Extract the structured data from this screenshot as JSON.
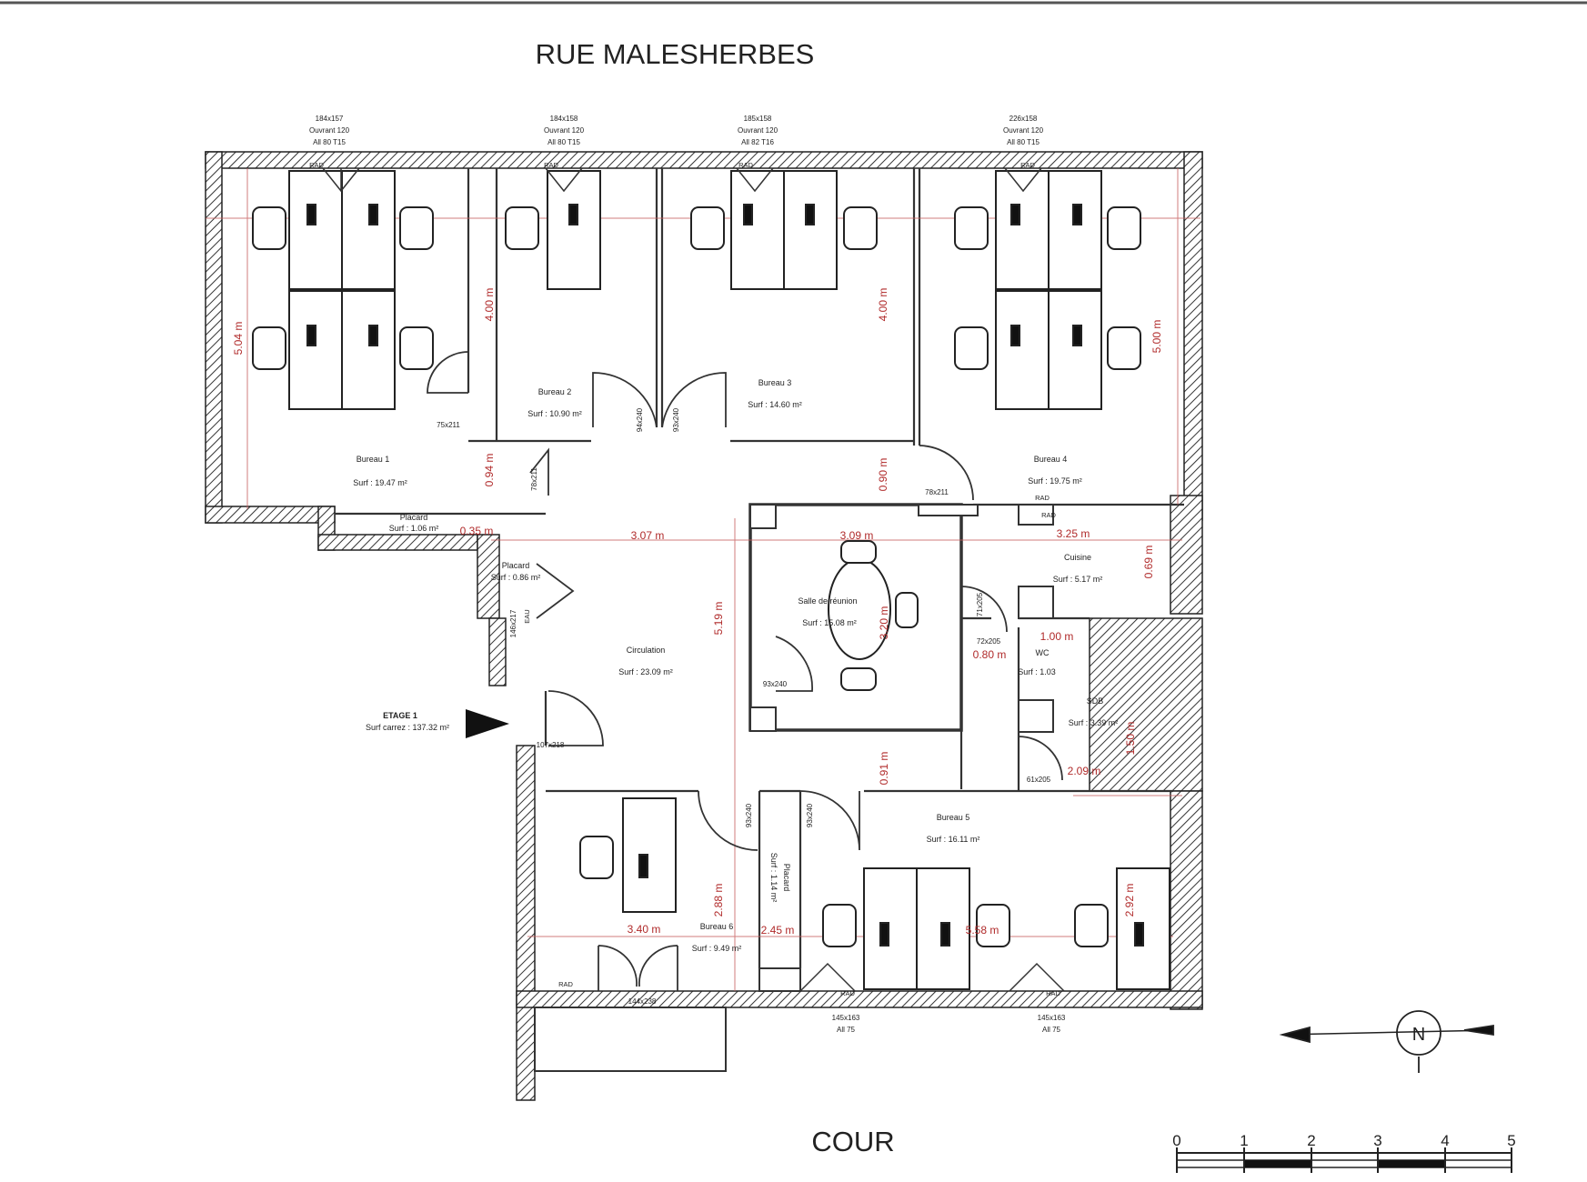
{
  "street": "RUE MALESHERBES",
  "court": "COUR",
  "windows_top": [
    {
      "size": "184x157",
      "ouvrant": "Ouvrant 120",
      "spec": "All 80  T15",
      "rad": "RAD"
    },
    {
      "size": "184x158",
      "ouvrant": "Ouvrant 120",
      "spec": "All 80  T15",
      "rad": "RAD"
    },
    {
      "size": "185x158",
      "ouvrant": "Ouvrant 120",
      "spec": "All 82  T16",
      "rad": "RAD"
    },
    {
      "size": "226x158",
      "ouvrant": "Ouvrant 120",
      "spec": "All 80  T15",
      "rad": "RAD"
    }
  ],
  "windows_bottom": [
    {
      "size": "145x163",
      "spec": "All 75"
    },
    {
      "size": "145x163",
      "spec": "All 75"
    }
  ],
  "rooms": {
    "bureau1": {
      "name": "Bureau 1",
      "surf": "Surf : 19.47 m²"
    },
    "bureau2": {
      "name": "Bureau 2",
      "surf": "Surf : 10.90 m²"
    },
    "bureau3": {
      "name": "Bureau 3",
      "surf": "Surf : 14.60 m²"
    },
    "bureau4": {
      "name": "Bureau 4",
      "surf": "Surf : 19.75 m²"
    },
    "bureau5": {
      "name": "Bureau 5",
      "surf": "Surf : 16.11 m²"
    },
    "bureau6": {
      "name": "Bureau 6",
      "surf": "Surf : 9.49 m²"
    },
    "placard1": {
      "name": "Placard",
      "surf": "Surf : 1.06 m²"
    },
    "placard2": {
      "name": "Placard",
      "surf": "Surf : 0.86 m²"
    },
    "placard3": {
      "name": "Placard",
      "surf": "Surf : 1.14 m²"
    },
    "circulation": {
      "name": "Circulation",
      "surf": "Surf : 23.09 m²"
    },
    "reunion": {
      "name": "Salle de réunion",
      "surf": "Surf : 15.08 m²"
    },
    "cuisine": {
      "name": "Cuisine",
      "surf": "Surf : 5.17 m²"
    },
    "wc": {
      "name": "WC",
      "surf": "Surf : 1.03"
    },
    "sdb": {
      "name": "SDB",
      "surf": "Surf : 3.39 m²"
    }
  },
  "dimensions": {
    "d504": "5.04 m",
    "d400a": "4.00 m",
    "d400b": "4.00 m",
    "d500": "5.00 m",
    "d094": "0.94 m",
    "d090": "0.90 m",
    "d035": "0.35 m",
    "d307": "3.07 m",
    "d309": "3.09 m",
    "d325": "3.25 m",
    "d069": "0.69 m",
    "d519": "5.19 m",
    "d320": "3.20 m",
    "d080": "0.80 m",
    "d100": "1.00 m",
    "d091": "0.91 m",
    "d209": "2.09 m",
    "d340": "3.40 m",
    "d288": "2.88 m",
    "d245": "2.45 m",
    "d558": "5.58 m",
    "d292": "2.92 m",
    "d150": "1.50 m"
  },
  "doors": {
    "door75x211": "75x211",
    "door78x211a": "78x211",
    "door78x211b": "78x211",
    "door94x240": "94x240",
    "door93x240a": "93x240",
    "door93x240b": "93x240",
    "door93x240c": "93x240",
    "door93x240d": "93x240",
    "door72x205": "72x205",
    "door61x205": "61x205",
    "door71x205": "71x205",
    "door107x218": "107x218",
    "door144x238": "144x238",
    "door146x217": "146x217"
  },
  "labels": {
    "rad": "RAD",
    "eau": "EAU",
    "etage": "ETAGE 1",
    "surf_carrez": "Surf carrez : 137.32 m²"
  },
  "scale": {
    "ticks": [
      "0",
      "1",
      "2",
      "3",
      "4",
      "5"
    ]
  },
  "north": {
    "label": "N"
  }
}
